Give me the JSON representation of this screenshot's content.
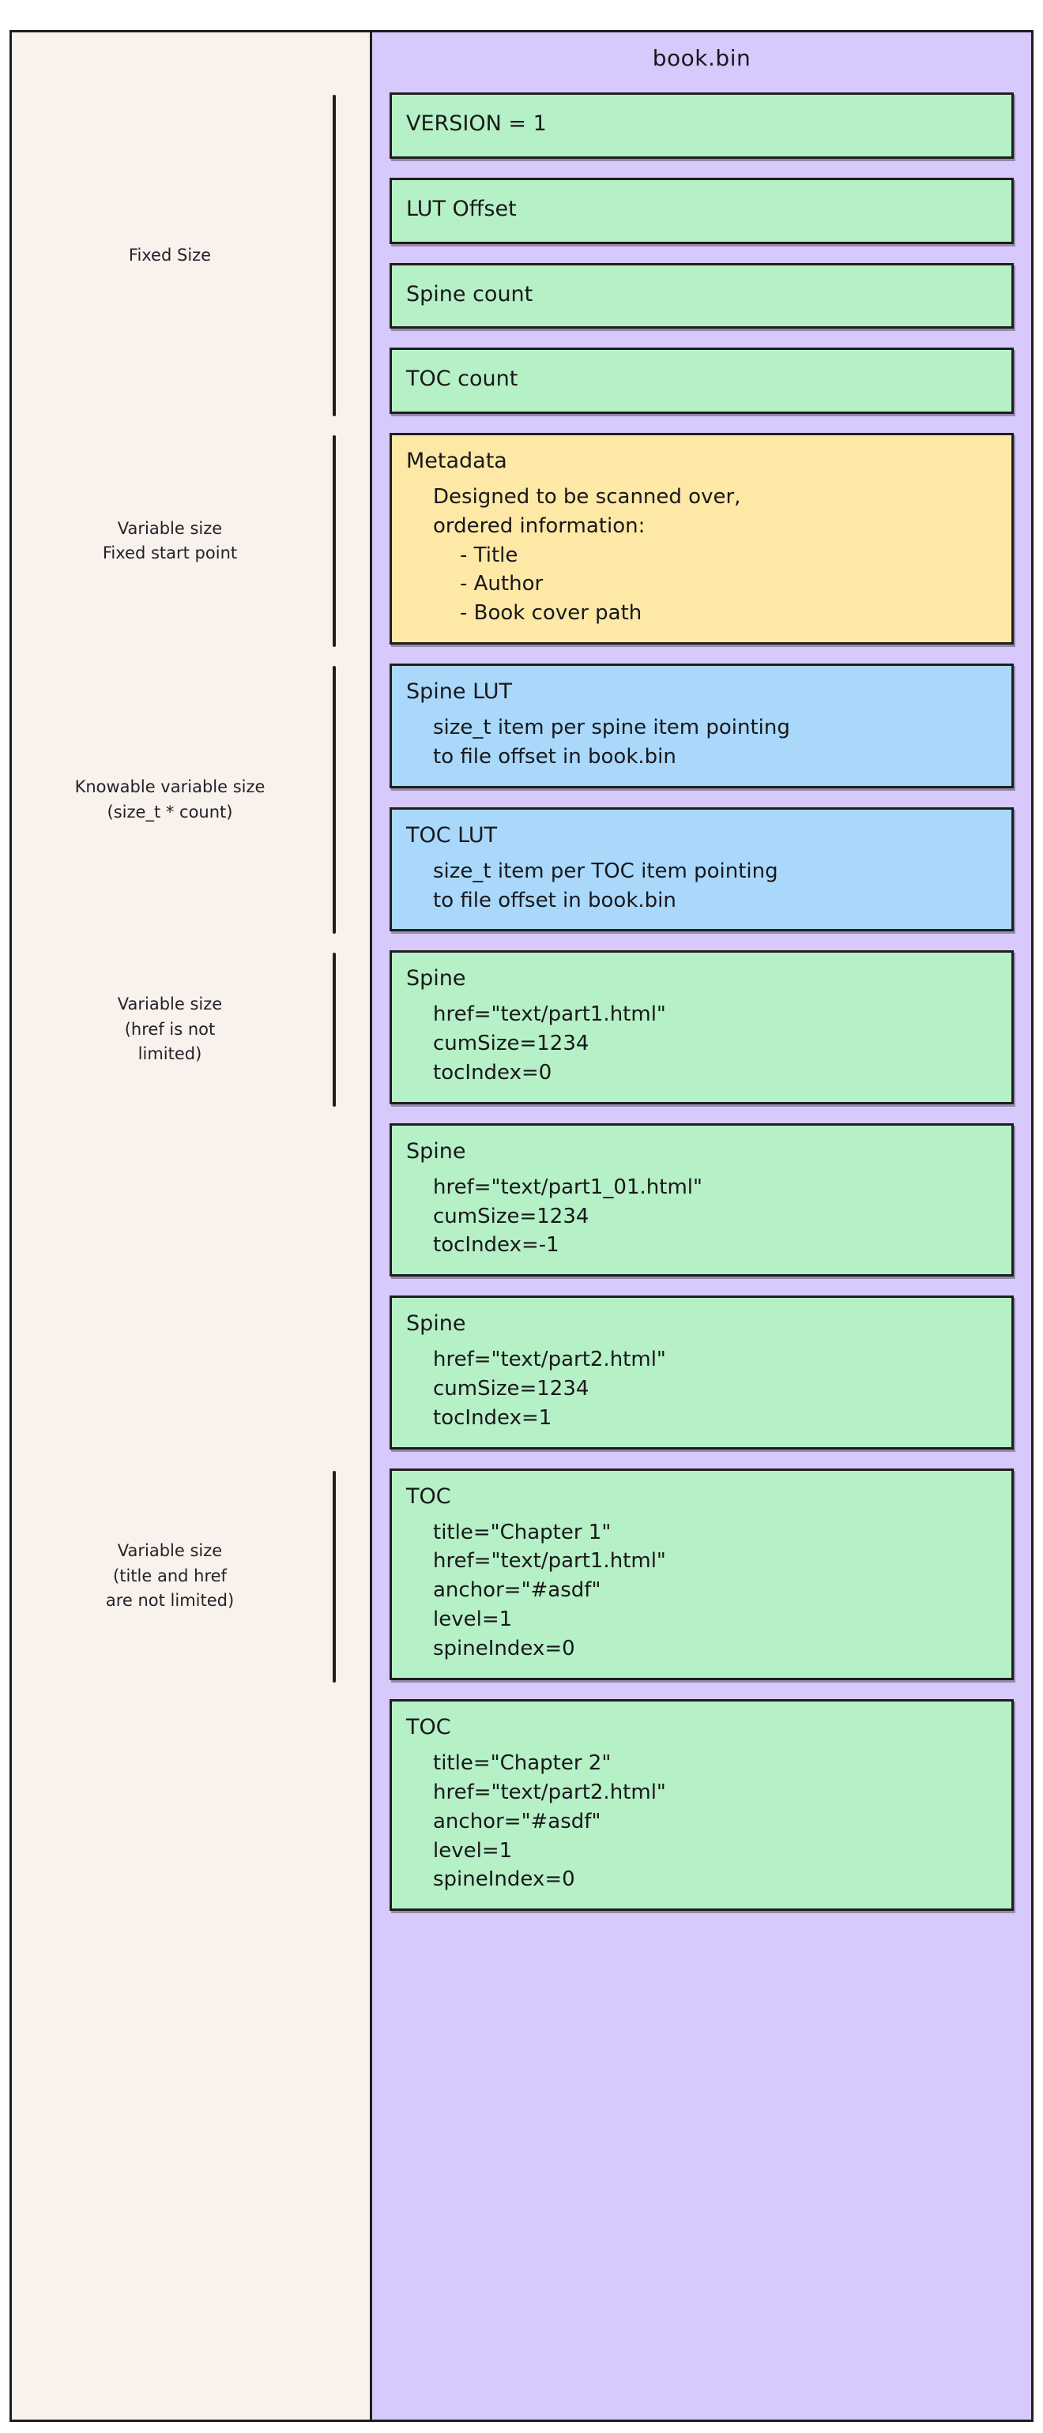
{
  "panel": {
    "title": "book.bin",
    "background_color": "#d7c9fb",
    "border_color": "#1e1e1e"
  },
  "colors": {
    "page_background": "#ffffff",
    "notes_background": "#f9f2ec",
    "panel_background": "#d7c9fb",
    "green_block": "#b6f0c6",
    "yellow_block": "#fde8a6",
    "blue_block": "#a9d8fb",
    "stroke": "#1e1e1e",
    "text": "#18181b"
  },
  "notes": [
    {
      "id": "fixed-size",
      "text": "Fixed Size"
    },
    {
      "id": "variable-fixed-start",
      "text": "Variable size\nFixed start point"
    },
    {
      "id": "knowable-variable-size",
      "text": "Knowable variable size\n(size_t * count)"
    },
    {
      "id": "variable-href",
      "text": "Variable size\n(href is not\nlimited)"
    },
    {
      "id": "variable-title-href",
      "text": "Variable size\n(title and href\nare not limited)"
    }
  ],
  "blocks": [
    {
      "id": "version",
      "color": "green",
      "oneline": true,
      "head": "VERSION = 1",
      "lines": []
    },
    {
      "id": "lut-offset",
      "color": "green",
      "oneline": true,
      "head": "LUT Offset",
      "lines": []
    },
    {
      "id": "spine-count",
      "color": "green",
      "oneline": true,
      "head": "Spine count",
      "lines": []
    },
    {
      "id": "toc-count",
      "color": "green",
      "oneline": true,
      "head": "TOC count",
      "lines": []
    },
    {
      "id": "metadata",
      "color": "yellow",
      "oneline": false,
      "head": "Metadata",
      "lines": [
        {
          "text": "Designed to be scanned over,",
          "indent": false
        },
        {
          "text": "ordered information:",
          "indent": false
        },
        {
          "text": "- Title",
          "indent": true
        },
        {
          "text": "- Author",
          "indent": true
        },
        {
          "text": "- Book cover path",
          "indent": true
        }
      ]
    },
    {
      "id": "spine-lut",
      "color": "blue",
      "oneline": false,
      "head": "Spine LUT",
      "lines": [
        {
          "text": "size_t item per spine item pointing",
          "indent": false
        },
        {
          "text": "to file offset in book.bin",
          "indent": false
        }
      ]
    },
    {
      "id": "toc-lut",
      "color": "blue",
      "oneline": false,
      "head": "TOC LUT",
      "lines": [
        {
          "text": "size_t item per TOC item pointing",
          "indent": false
        },
        {
          "text": "to file offset in book.bin",
          "indent": false
        }
      ]
    },
    {
      "id": "spine-1",
      "color": "green",
      "oneline": false,
      "head": "Spine",
      "lines": [
        {
          "text": "href=\"text/part1.html\"",
          "indent": false
        },
        {
          "text": "cumSize=1234",
          "indent": false
        },
        {
          "text": "tocIndex=0",
          "indent": false
        }
      ]
    },
    {
      "id": "spine-2",
      "color": "green",
      "oneline": false,
      "head": "Spine",
      "lines": [
        {
          "text": "href=\"text/part1_01.html\"",
          "indent": false
        },
        {
          "text": "cumSize=1234",
          "indent": false
        },
        {
          "text": "tocIndex=-1",
          "indent": false
        }
      ]
    },
    {
      "id": "spine-3",
      "color": "green",
      "oneline": false,
      "head": "Spine",
      "lines": [
        {
          "text": "href=\"text/part2.html\"",
          "indent": false
        },
        {
          "text": "cumSize=1234",
          "indent": false
        },
        {
          "text": "tocIndex=1",
          "indent": false
        }
      ]
    },
    {
      "id": "toc-1",
      "color": "green",
      "oneline": false,
      "head": "TOC",
      "lines": [
        {
          "text": "title=\"Chapter 1\"",
          "indent": false
        },
        {
          "text": "href=\"text/part1.html\"",
          "indent": false
        },
        {
          "text": "anchor=\"#asdf\"",
          "indent": false
        },
        {
          "text": "level=1",
          "indent": false
        },
        {
          "text": "spineIndex=0",
          "indent": false
        }
      ]
    },
    {
      "id": "toc-2",
      "color": "green",
      "oneline": false,
      "head": "TOC",
      "lines": [
        {
          "text": "title=\"Chapter 2\"",
          "indent": false
        },
        {
          "text": "href=\"text/part2.html\"",
          "indent": false
        },
        {
          "text": "anchor=\"#asdf\"",
          "indent": false
        },
        {
          "text": "level=1",
          "indent": false
        },
        {
          "text": "spineIndex=0",
          "indent": false
        }
      ]
    }
  ]
}
